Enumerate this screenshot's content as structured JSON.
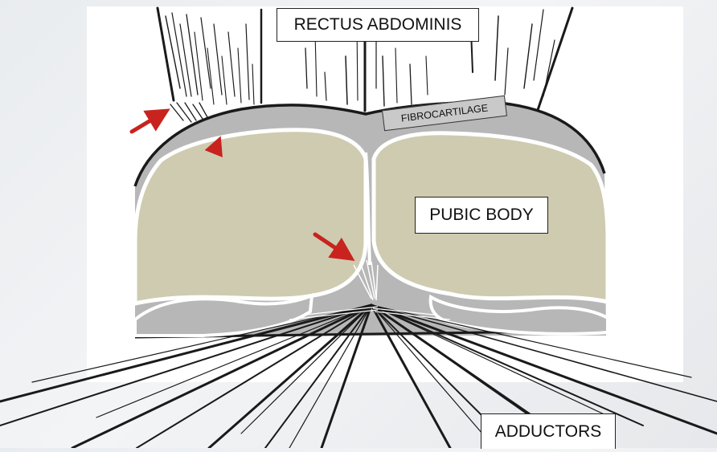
{
  "labels": {
    "rectus": "RECTUS ABDOMINIS",
    "fibro": "FIBROCARTILAGE",
    "pubic": "PUBIC BODY",
    "adductors": "ADDUCTORS"
  },
  "colors": {
    "bone": "#cfcbb0",
    "cartilage": "#b7b7b7",
    "outline": "#1a1a1a",
    "arrow": "#c8231f",
    "panel": "#ffffff",
    "background": "#ebedf0"
  }
}
